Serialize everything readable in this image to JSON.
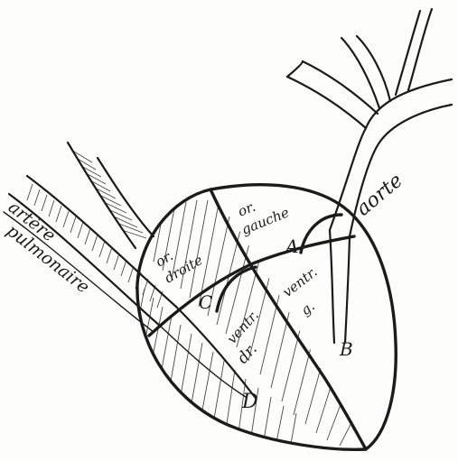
{
  "labels": {
    "aorte": "aorte",
    "artere_line1": "artère",
    "artere_line2": "pulmonaire",
    "or_gauche_line1": "or.",
    "or_gauche_line2": "gauche",
    "or_droite_line1": "or.",
    "or_droite_line2": "droite",
    "vent_g_line1": "ventr.",
    "vent_g_line2": "g.",
    "vent_dr_line1": "ventr.",
    "vent_dr_line2": "dr.",
    "point_a": "A",
    "point_b": "B",
    "point_c": "C",
    "point_d": "D"
  },
  "colors": {
    "ink": "#1b1b1b",
    "paper": "#fdfdfb"
  }
}
